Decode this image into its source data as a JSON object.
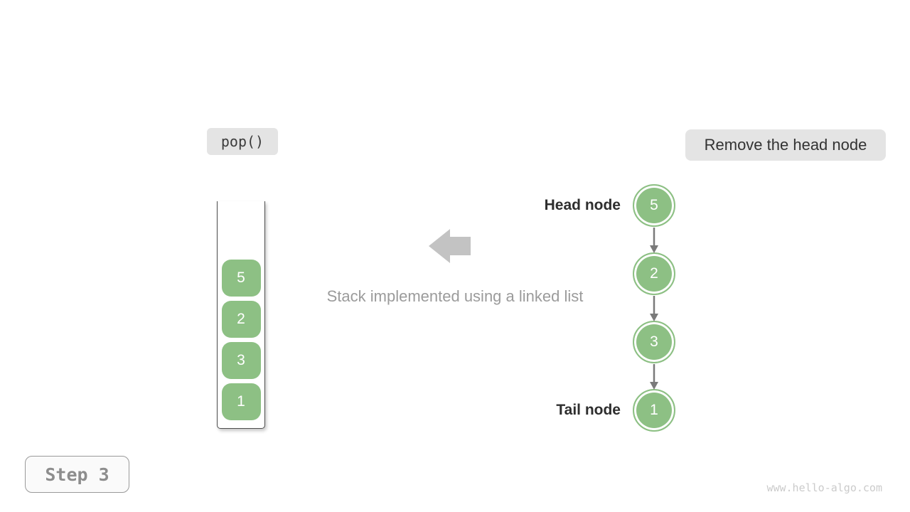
{
  "colors": {
    "node_green": "#8DC084",
    "badge_bg": "#E4E4E4",
    "arrow_gray": "#C3C3C3",
    "connector_gray": "#7A7A7A",
    "dark_text": "#333333",
    "muted_text": "#9B9B9B",
    "step_text": "#8D8D8D",
    "watermark_text": "#CBCBCB",
    "container_border": "#4D4D4D"
  },
  "operation_badge": {
    "label": "pop()"
  },
  "action_badge": {
    "label": "Remove the head node"
  },
  "stack": {
    "items": [
      "5",
      "2",
      "3",
      "1"
    ]
  },
  "caption": {
    "text": "Stack implemented using a linked list"
  },
  "linked_list": {
    "head_label": "Head node",
    "tail_label": "Tail node",
    "nodes": [
      "5",
      "2",
      "3",
      "1"
    ]
  },
  "step_badge": {
    "label": "Step 3"
  },
  "watermark": {
    "text": "www.hello-algo.com"
  }
}
